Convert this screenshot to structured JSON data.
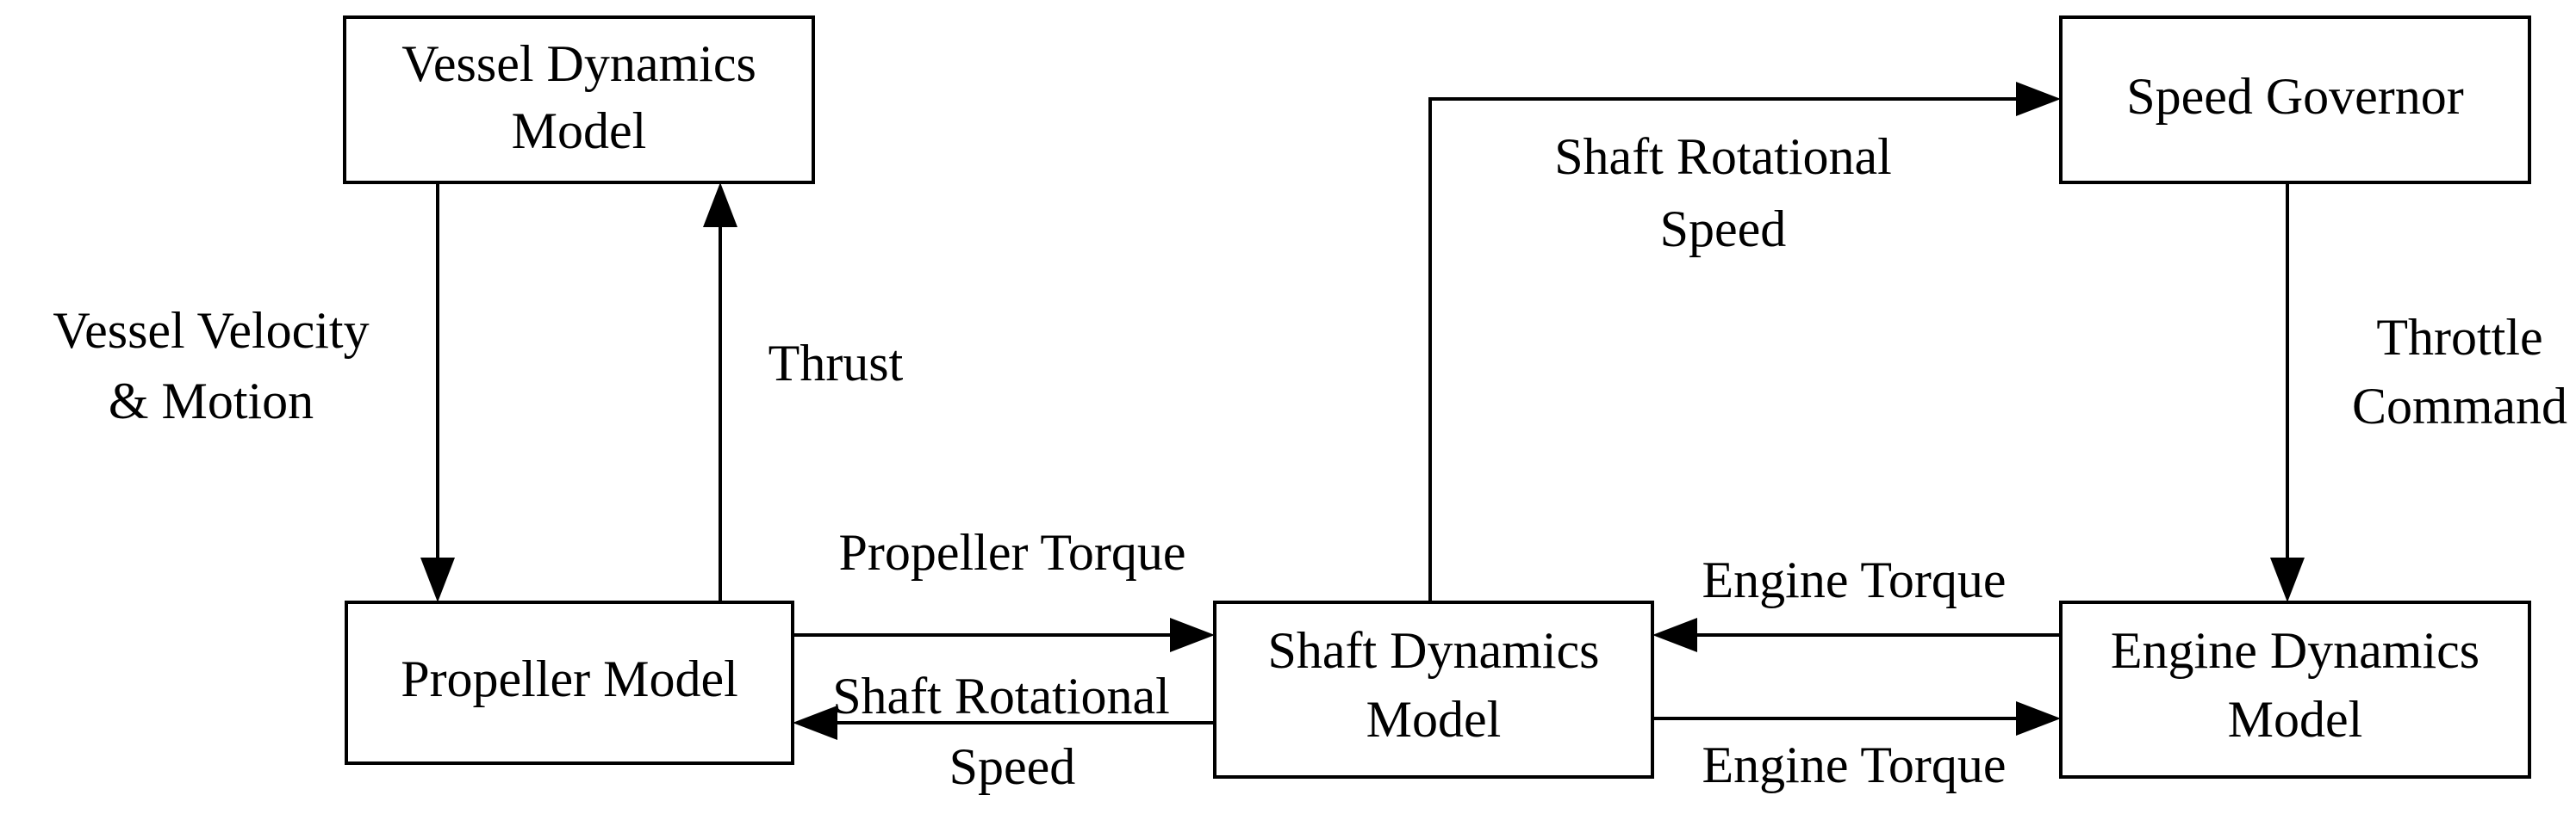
{
  "blocks": {
    "vessel_dynamics": {
      "line1": "Vessel Dynamics",
      "line2": "Model"
    },
    "propeller": {
      "line1": "Propeller Model"
    },
    "shaft_dynamics": {
      "line1": "Shaft Dynamics",
      "line2": "Model"
    },
    "speed_governor": {
      "line1": "Speed Governor"
    },
    "engine_dynamics": {
      "line1": "Engine Dynamics",
      "line2": "Model"
    }
  },
  "signals": {
    "vessel_velocity": {
      "line1": "Vessel Velocity",
      "line2": "& Motion"
    },
    "thrust": {
      "line1": "Thrust"
    },
    "propeller_torque": {
      "line1": "Propeller Torque"
    },
    "shaft_speed_to_propeller": {
      "line1": "Shaft Rotational",
      "line2": "Speed"
    },
    "shaft_speed_to_governor": {
      "line1": "Shaft Rotational",
      "line2": "Speed"
    },
    "throttle_command": {
      "line1": "Throttle",
      "line2": "Command"
    },
    "engine_torque_to_shaft": {
      "line1": "Engine Torque"
    },
    "engine_torque_to_engine": {
      "line1": "Engine Torque"
    }
  }
}
